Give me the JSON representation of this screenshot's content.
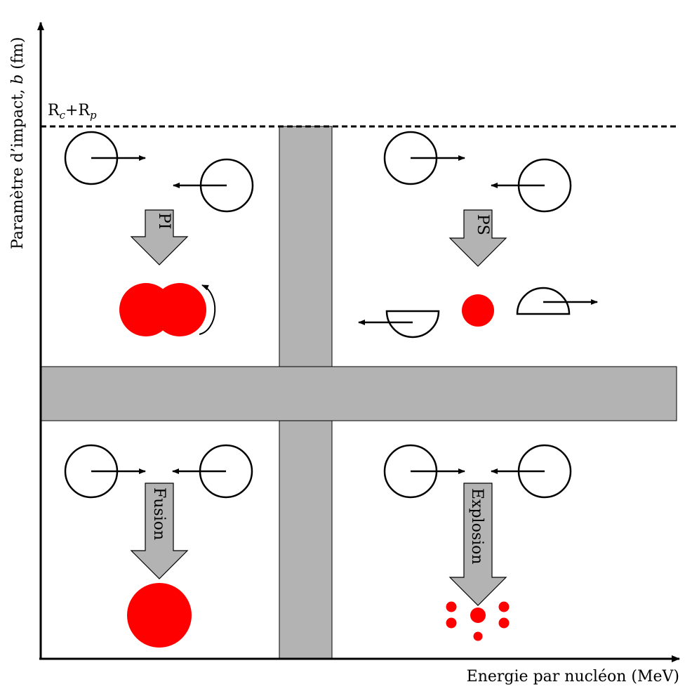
{
  "axes": {
    "y_label": "Paramètre d'impact, b (fm)",
    "y_label_parts": {
      "before": "Paramètre d’impact, ",
      "var": "b",
      "after": " (fm)"
    },
    "x_label": "Energie par nucléon (MeV)",
    "threshold_label": "Rc+Rp",
    "threshold_parts": {
      "r1": "R",
      "s1": "c",
      "plus": "+R",
      "s2": "p"
    }
  },
  "quadrants": {
    "top_left": {
      "process_label": "PI"
    },
    "top_right": {
      "process_label": "PS"
    },
    "bottom_left": {
      "process_label": "Fusion"
    },
    "bottom_right": {
      "process_label": "Explosion"
    }
  },
  "colors": {
    "band": "#b3b3b3",
    "product": "#ff0000",
    "arrow_fill": "#b3b3b3",
    "stroke": "#000000"
  }
}
